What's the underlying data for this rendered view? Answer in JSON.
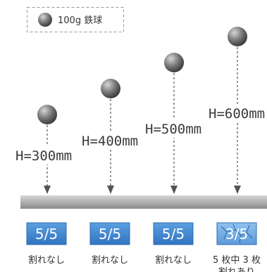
{
  "legend": {
    "label": "100g 鉄球",
    "icon": "steel-ball-icon"
  },
  "colors": {
    "ball_dark": "#5a5a5a",
    "ball_light": "#b5b5b5",
    "floor_top": "#c9c9c9",
    "floor_bottom": "#8e8e8e",
    "sample_blue": "#4a8fd4",
    "sample_blue_dark": "#2f6fb5",
    "guide_line": "#555555"
  },
  "drops": [
    {
      "height_label": "H=300mm",
      "result": "5/5",
      "caption": "割れなし"
    },
    {
      "height_label": "H=400mm",
      "result": "5/5",
      "caption": "割れなし"
    },
    {
      "height_label": "H=500mm",
      "result": "5/5",
      "caption": "割れなし"
    },
    {
      "height_label": "H=600mm",
      "result": "3/5",
      "caption_line1": "5 枚中 3 枚",
      "caption_line2": "割れあり"
    }
  ]
}
